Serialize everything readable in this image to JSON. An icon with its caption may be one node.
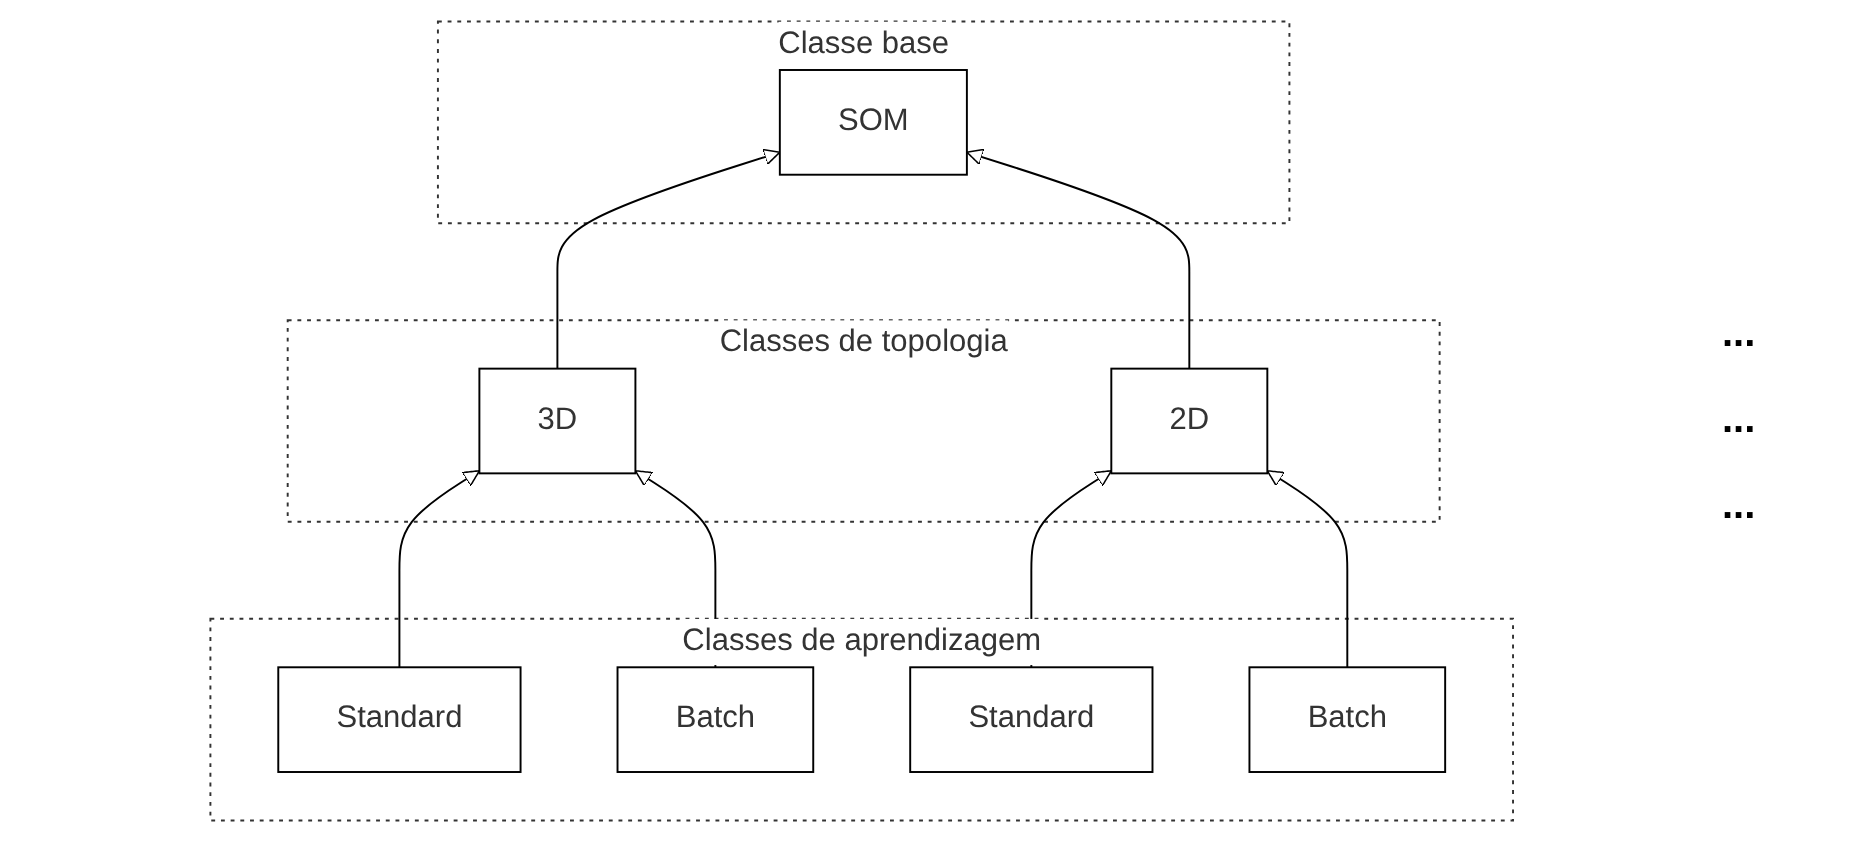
{
  "diagram": {
    "nodes": [
      {
        "text": [
          "Classe base"
        ]
      },
      {
        "text": [
          "SOM"
        ],
        "in": 0
      },
      {
        "text": [
          "Classes de topologia"
        ]
      },
      {
        "text": [
          "3D"
        ],
        "in": 2
      },
      {
        "text": [
          "2D"
        ],
        "in": 2
      },
      {
        "text": [
          "Classes de aprendizagem"
        ]
      },
      {
        "text": [
          "Standard"
        ],
        "in": 5
      },
      {
        "text": [
          "Batch"
        ],
        "in": 5
      },
      {
        "text": [
          "Standard"
        ],
        "in": 5
      },
      {
        "text": [
          "Batch"
        ],
        "in": 5
      }
    ],
    "edges": [
      {
        "from": 3,
        "to": 1,
        "arrow": "to"
      },
      {
        "from": 4,
        "to": 1,
        "arrow": "to"
      },
      {
        "from": 6,
        "to": 3,
        "arrow": "to"
      },
      {
        "from": 7,
        "to": 3,
        "arrow": "to"
      },
      {
        "from": 8,
        "to": 4,
        "arrow": "to"
      },
      {
        "from": 9,
        "to": 4,
        "arrow": "to"
      }
    ],
    "labels": [
      "...",
      "...",
      "..."
    ]
  }
}
